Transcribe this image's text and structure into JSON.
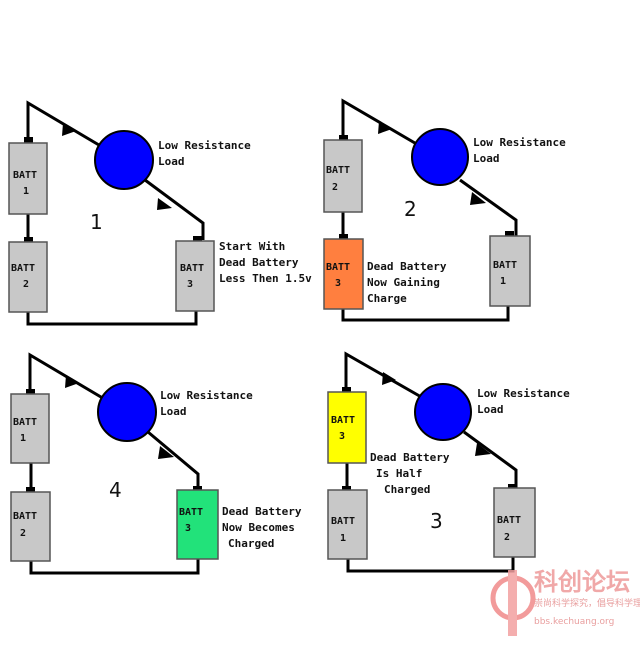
{
  "panels": [
    {
      "step": "1",
      "load_label": [
        "Low Resistance",
        "Load"
      ],
      "note": [
        "Start With",
        "Dead Battery",
        "Less Then 1.5v"
      ],
      "batteries": [
        {
          "label": "BATT",
          "num": "1",
          "color": "#c8c8c8"
        },
        {
          "label": "BATT",
          "num": "2",
          "color": "#c8c8c8"
        },
        {
          "label": "BATT",
          "num": "3",
          "color": "#c8c8c8"
        }
      ]
    },
    {
      "step": "2",
      "load_label": [
        "Low Resistance",
        "Load"
      ],
      "note": [
        "Dead Battery",
        "Now Gaining",
        "Charge"
      ],
      "batteries": [
        {
          "label": "BATT",
          "num": "2",
          "color": "#c8c8c8"
        },
        {
          "label": "BATT",
          "num": "3",
          "color": "#ff7f3f"
        },
        {
          "label": "BATT",
          "num": "1",
          "color": "#c8c8c8"
        }
      ]
    },
    {
      "step": "4",
      "load_label": [
        "Low Resistance",
        "Load"
      ],
      "note": [
        "Dead Battery",
        "Now Becomes",
        "Charged"
      ],
      "batteries": [
        {
          "label": "BATT",
          "num": "1",
          "color": "#c8c8c8"
        },
        {
          "label": "BATT",
          "num": "2",
          "color": "#c8c8c8"
        },
        {
          "label": "BATT",
          "num": "3",
          "color": "#22e27a"
        }
      ]
    },
    {
      "step": "3",
      "load_label": [
        "Low Resistance",
        "Load"
      ],
      "note": [
        "Dead Battery",
        "Is Half",
        "Charged"
      ],
      "batteries": [
        {
          "label": "BATT",
          "num": "3",
          "color": "#ffff00"
        },
        {
          "label": "BATT",
          "num": "1",
          "color": "#c8c8c8"
        },
        {
          "label": "BATT",
          "num": "2",
          "color": "#c8c8c8"
        }
      ]
    }
  ],
  "colors": {
    "load": "#0000ff",
    "wire": "#000000"
  },
  "watermark": {
    "title": "科创论坛",
    "tagline": "崇尚科学探究，倡导科学理性",
    "url": "bbs.kechuang.org"
  }
}
